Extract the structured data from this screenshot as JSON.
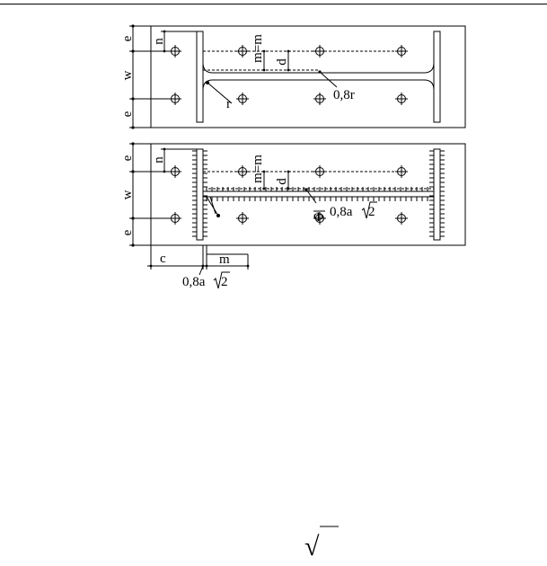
{
  "diagram_top": {
    "labels": {
      "e_top": "e",
      "w": "w",
      "e_bottom": "e",
      "n": "n",
      "m_eq": "m=m",
      "d": "d",
      "r": "r",
      "radius": "0,8r"
    }
  },
  "diagram_bottom": {
    "labels": {
      "e_top": "e",
      "w": "w",
      "e_bottom": "e",
      "n": "n",
      "m_eq": "m=m",
      "d": "d",
      "c": "c",
      "m": "m",
      "weld_right_prefix": "0,8a",
      "weld_right_root": "2",
      "weld_bottom_prefix": "0,8a",
      "weld_bottom_root": "2",
      "phi": "Φ"
    }
  },
  "footer_symbol": "√"
}
